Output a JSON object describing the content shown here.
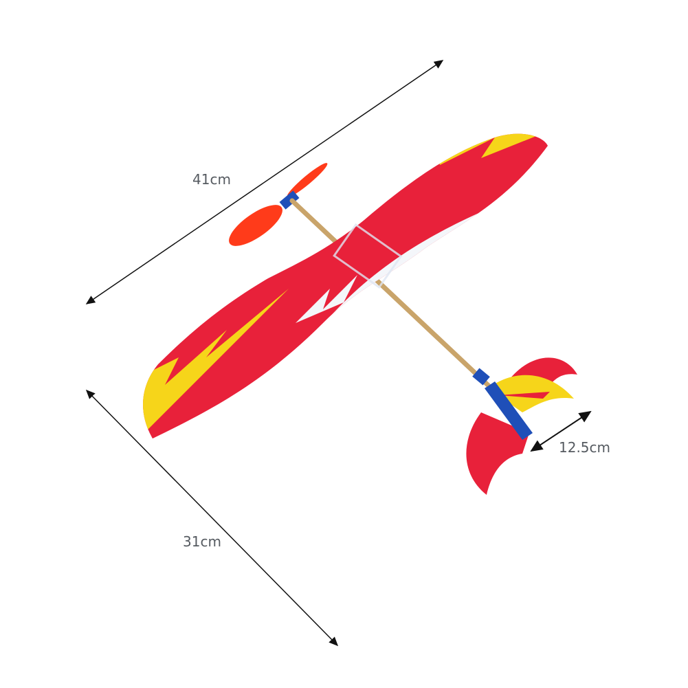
{
  "product": {
    "colors": {
      "red": "#e8213a",
      "blue": "#1f5bc4",
      "yellow": "#f6d51a",
      "white": "#f4f6fa",
      "stick": "#c9a46a",
      "propeller": "#ff3b1a"
    }
  },
  "dimensions": {
    "wingspan": "41cm",
    "length": "31cm",
    "tail_width": "12.5cm"
  }
}
